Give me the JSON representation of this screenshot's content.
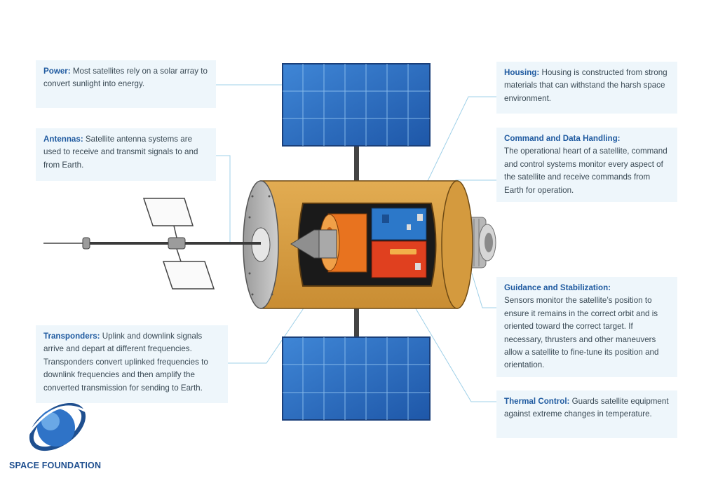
{
  "callouts": {
    "power": {
      "title": "Power:",
      "text": "Most satellites rely on a solar array to convert sunlight into energy."
    },
    "antennas": {
      "title": "Antennas:",
      "text": "Satellite antenna systems are used to receive and transmit signals to and from Earth."
    },
    "transponders": {
      "title": "Transponders:",
      "text": "Uplink and downlink signals arrive and depart at different frequencies. Transponders convert uplinked frequencies to downlink frequencies and then amplify the converted transmission for sending to Earth."
    },
    "housing": {
      "title": "Housing:",
      "text": "Housing is constructed from strong materials that can withstand the harsh space environment."
    },
    "command": {
      "title": "Command and Data Handling:",
      "text": "The operational heart of a satellite, command and control systems monitor every aspect of the satellite and receive commands from Earth for operation."
    },
    "guidance": {
      "title": "Guidance and Stabilization:",
      "text": "Sensors monitor the satellite’s position to ensure it remains in the correct orbit and is oriented toward the correct target. If necessary, thrusters and other maneuvers allow a satellite to fine-tune its position and orientation."
    },
    "thermal": {
      "title": "Thermal Control:",
      "text": "Guards satellite equipment against extreme changes in temperature."
    }
  },
  "logo": {
    "name": "SPACE FOUNDATION"
  },
  "colors": {
    "panel_blue": "#2f6fbd",
    "housing_gold": "#d9a044",
    "callout_bg": "#eef6fb",
    "title_blue": "#1f5aa0"
  }
}
